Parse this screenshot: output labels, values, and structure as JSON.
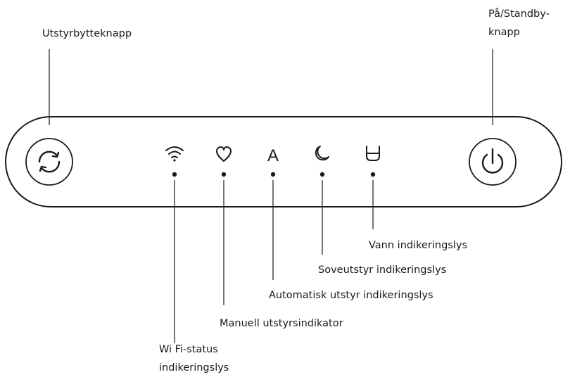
{
  "labels": {
    "mode_button": "Utstyrbytteknapp",
    "power_button_line1": "På/Standby-",
    "power_button_line2": "knapp",
    "water_indicator": "Vann indikeringslys",
    "sleep_indicator": "Soveutstyr indikeringslys",
    "auto_indicator": "Automatisk utstyr indikeringslys",
    "manual_indicator": "Manuell utstyrsindikator",
    "wifi_indicator_line1": "Wi Fi-status",
    "wifi_indicator_line2": "indikeringslys"
  },
  "panel_icons": {
    "auto_letter": "A"
  },
  "icons": [
    "refresh-icon",
    "wifi-icon",
    "heart-icon",
    "auto-icon",
    "moon-icon",
    "water-cup-icon",
    "power-icon"
  ],
  "colors": {
    "ink": "#1a1a1a",
    "background": "#ffffff"
  }
}
